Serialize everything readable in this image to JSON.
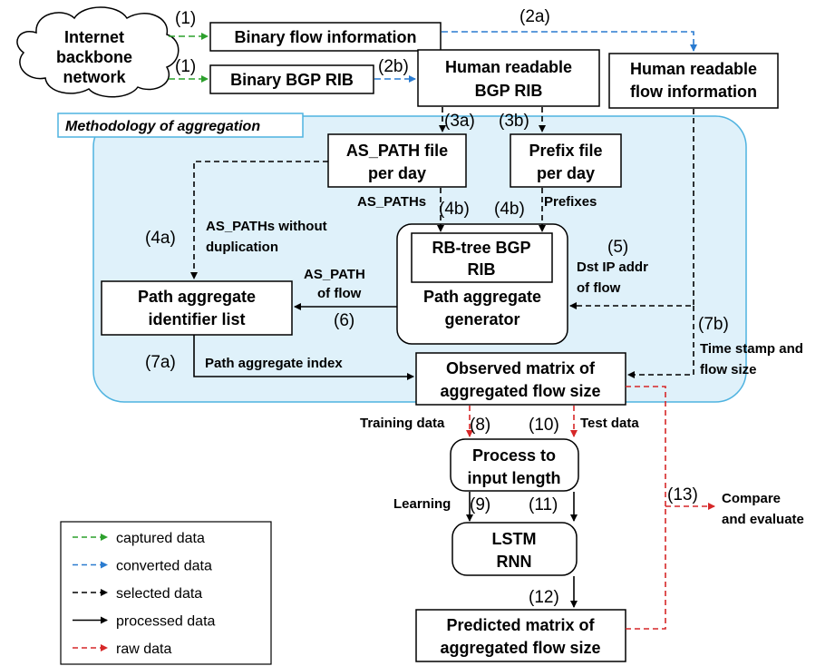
{
  "colors": {
    "captured": "#2ca02c",
    "converted": "#2a7bd0",
    "selected": "#000000",
    "processed": "#000000",
    "raw": "#d62728",
    "region_fill": "#dff1fa",
    "region_border": "#4fb3e0"
  },
  "cloud": [
    "Internet",
    "backbone",
    "network"
  ],
  "region_title": "Methodology of aggregation",
  "boxes": {
    "binary_flow": [
      "Binary flow information"
    ],
    "binary_bgp": [
      "Binary BGP RIB"
    ],
    "hr_bgp": [
      "Human readable",
      "BGP RIB"
    ],
    "hr_flow": [
      "Human readable",
      "flow information"
    ],
    "as_path_file": [
      "AS_PATH file",
      "per day"
    ],
    "prefix_file": [
      "Prefix file",
      "per day"
    ],
    "rb_tree": [
      "RB-tree BGP",
      "RIB"
    ],
    "path_gen": [
      "Path aggregate",
      "generator"
    ],
    "path_list": [
      "Path aggregate",
      "identifier list"
    ],
    "observed": [
      "Observed matrix of",
      "aggregated flow size"
    ],
    "process": [
      "Process to",
      "input length"
    ],
    "lstm": [
      "LSTM",
      "RNN"
    ],
    "predicted": [
      "Predicted matrix of",
      "aggregated flow size"
    ]
  },
  "steps": {
    "s1a": "(1)",
    "s1b": "(1)",
    "s2a": "(2a)",
    "s2b": "(2b)",
    "s3a": "(3a)",
    "s3b": "(3b)",
    "s4a": "(4a)",
    "s4b1": "(4b)",
    "s4b2": "(4b)",
    "s5": "(5)",
    "s6": "(6)",
    "s7a": "(7a)",
    "s7b": "(7b)",
    "s8": "(8)",
    "s9": "(9)",
    "s10": "(10)",
    "s11": "(11)",
    "s12": "(12)",
    "s13": "(13)"
  },
  "edge_labels": {
    "as_paths": "AS_PATHs",
    "prefixes": "Prefixes",
    "no_dup": [
      "AS_PATHs without",
      "duplication"
    ],
    "as_path_flow": [
      "AS_PATH",
      "of flow"
    ],
    "dst_ip": [
      "Dst IP addr",
      "of flow"
    ],
    "path_index": "Path aggregate index",
    "timestamp": [
      "Time stamp and",
      "flow size"
    ],
    "training": "Training data",
    "test": "Test data",
    "learning": "Learning",
    "compare": [
      "Compare",
      "and evaluate"
    ]
  },
  "legend": [
    {
      "label": "captured data",
      "kind": "captured"
    },
    {
      "label": "converted data",
      "kind": "converted"
    },
    {
      "label": "selected data",
      "kind": "selected"
    },
    {
      "label": "processed data",
      "kind": "processed"
    },
    {
      "label": "raw data",
      "kind": "raw"
    }
  ]
}
